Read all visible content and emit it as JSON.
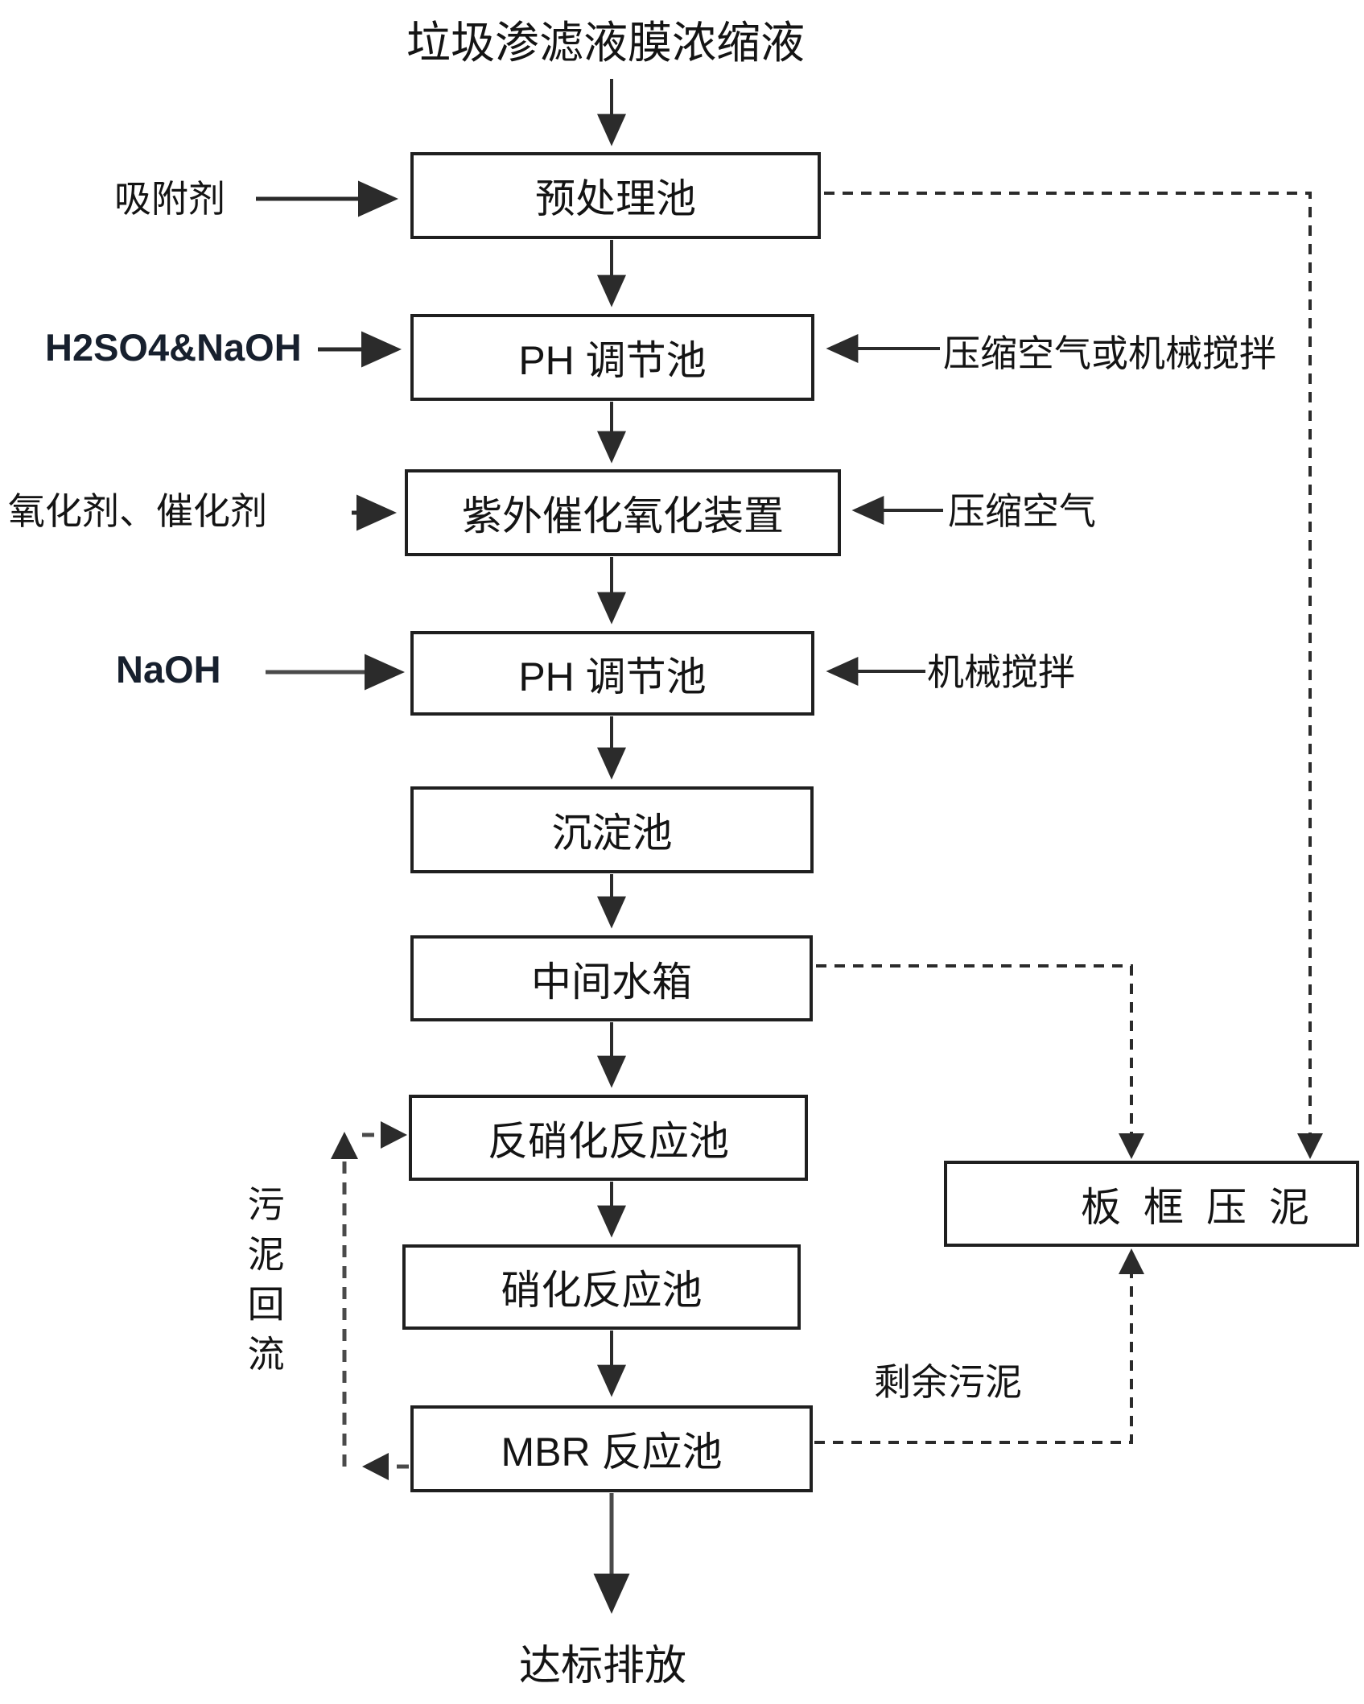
{
  "title": "垃圾渗滤液膜浓缩液",
  "nodes": [
    {
      "id": "pretreatment",
      "label": "预处理池"
    },
    {
      "id": "ph-adjust-1",
      "label": "PH 调节池"
    },
    {
      "id": "uv-oxidation",
      "label": "紫外催化氧化装置"
    },
    {
      "id": "ph-adjust-2",
      "label": "PH 调节池"
    },
    {
      "id": "sedimentation",
      "label": "沉淀池"
    },
    {
      "id": "intermediate-tank",
      "label": "中间水箱"
    },
    {
      "id": "denitrification",
      "label": "反硝化反应池"
    },
    {
      "id": "nitrification",
      "label": "硝化反应池"
    },
    {
      "id": "mbr",
      "label": "MBR 反应池"
    },
    {
      "id": "plate-frame-press",
      "label": "板框压泥"
    }
  ],
  "labels": {
    "adsorbent": "吸附剂",
    "acid_base": "H2SO4&NaOH",
    "oxidant_catalyst": "氧化剂、催化剂",
    "naoh": "NaOH",
    "compressed_air_or_mech": "压缩空气或机械搅拌",
    "compressed_air": "压缩空气",
    "mech_stir": "机械搅拌",
    "surplus_sludge": "剩余污泥",
    "sludge_recycle": "污泥回流",
    "discharge": "达标排放"
  },
  "colors": {
    "background": "#ffffff",
    "line": "#2b2b2b",
    "line_secondary": "#4a4a4a",
    "text": "#141414"
  }
}
